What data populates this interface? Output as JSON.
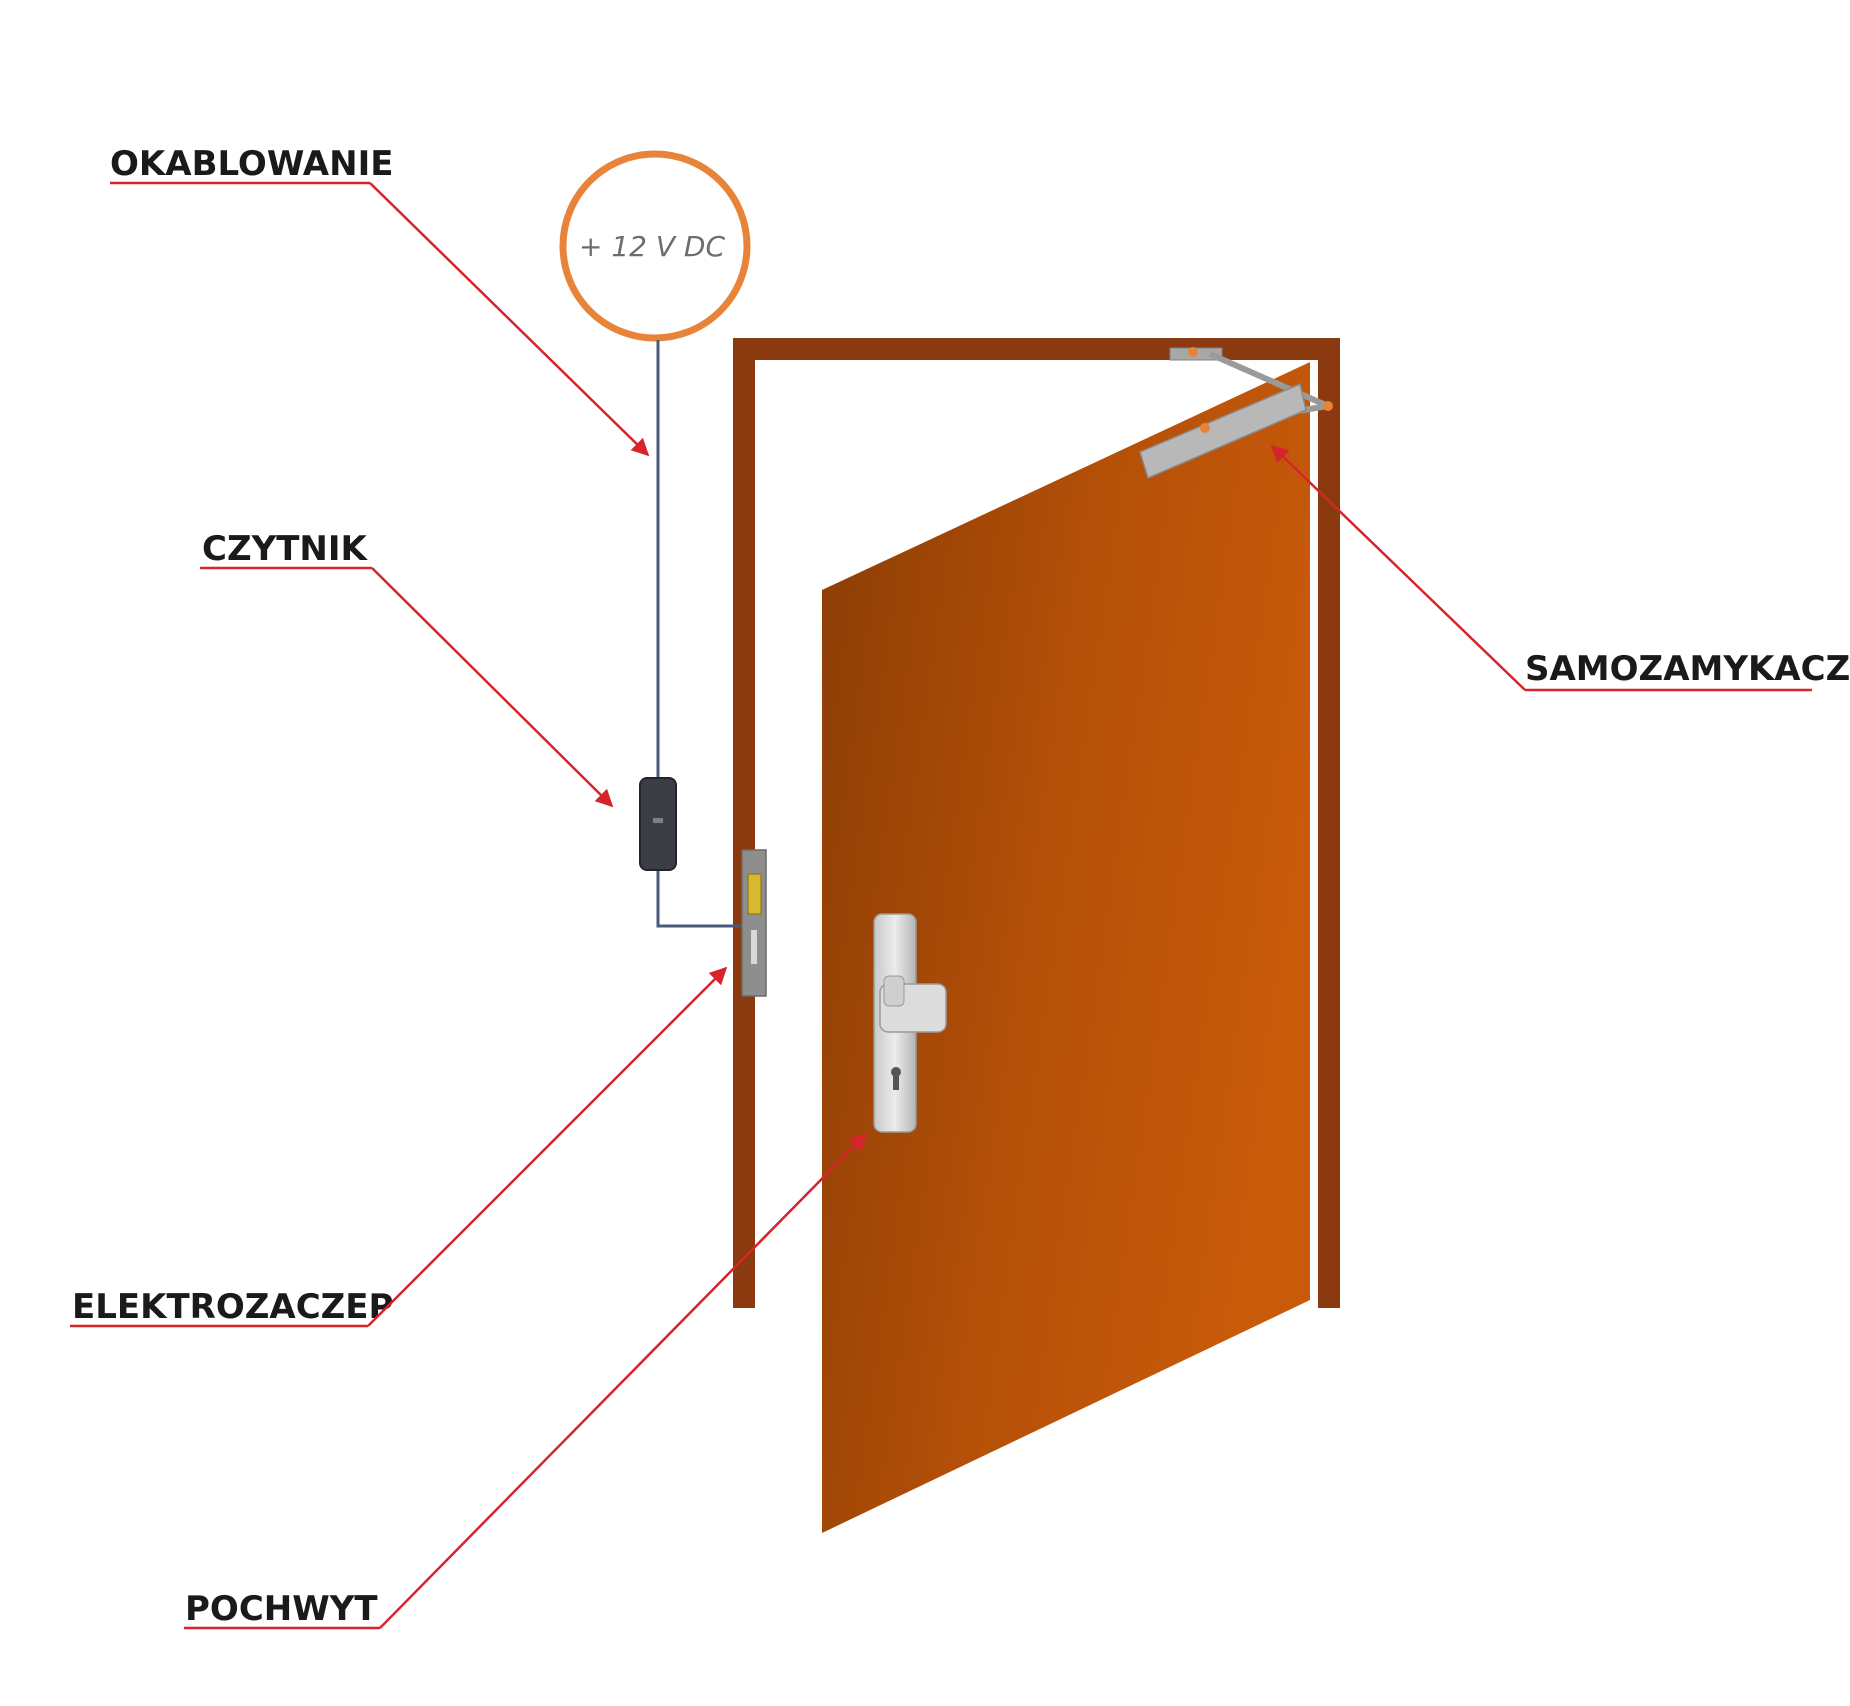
{
  "power_supply": {
    "label": "+ 12 V DC"
  },
  "labels": {
    "wiring": "OKABLOWANIE",
    "reader": "CZYTNIK",
    "electric_strike": "ELEKTROZACZEP",
    "handle": "POCHWYT",
    "door_closer": "SAMOZAMYKACZ"
  },
  "colors": {
    "leader_line": "#d6242c",
    "frame": "#8b3a10",
    "door_dark": "#8a3c05",
    "door_light": "#c85a0a",
    "power_ring": "#e8843a",
    "cable": "#4a5a7a"
  }
}
